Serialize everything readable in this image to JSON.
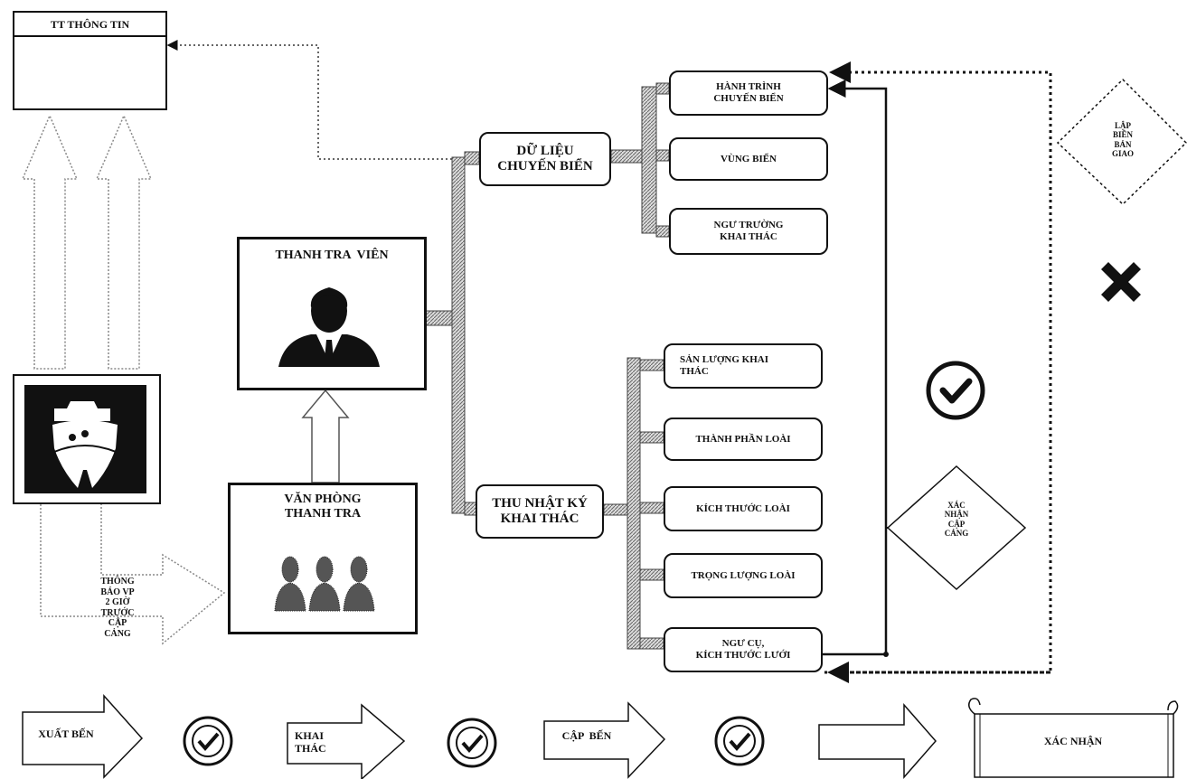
{
  "info_center": {
    "title": "TT THÔNG TIN",
    "icon": "city-buildings-icon"
  },
  "ship": {
    "icon": "ship-icon"
  },
  "inspector": {
    "title": "THANH TRA  VIÊN",
    "icon": "inspector-person-icon"
  },
  "office": {
    "title": "VĂN PHÒNG\nTHANH TRA",
    "icon": "people-group-icon"
  },
  "notify_label": "THÔNG\nBÁO VP\n2 GIỜ\nTRƯỚC\nCẬP\nCẢNG",
  "voyage_data": "DỮ LIỆU\nCHUYẾN BIỂN",
  "voyage_items": [
    "HÀNH TRÌNH\nCHUYẾN BIỂN",
    "VÙNG BIỂN",
    "NGƯ TRƯỜNG\nKHAI THÁC"
  ],
  "logbook": "THU NHẬT KÝ\nKHAI THÁC",
  "logbook_items": [
    "SẢN LƯỢNG KHAI\nTHÁC",
    "THÀNH PHẦN LOÀI",
    "KÍCH THƯỚC LOÀI",
    "TRỌNG LƯỢNG LOÀI",
    "NGƯ CỤ,\nKÍCH THƯỚC LƯỚI"
  ],
  "handover_diamond": "LẬP\nBIÊN\nBẢN\nGIAO",
  "confirm_diamond": "XÁC\nNHẬN\nCẬP\nCẢNG",
  "reject_icon": "cross-icon",
  "approve_icon": "check-circle-icon",
  "process_steps": [
    "XUẤT BẾN",
    "KHAI\nTHÁC",
    "CẬP  BẾN",
    ""
  ],
  "final_step": "XÁC NHẬN"
}
